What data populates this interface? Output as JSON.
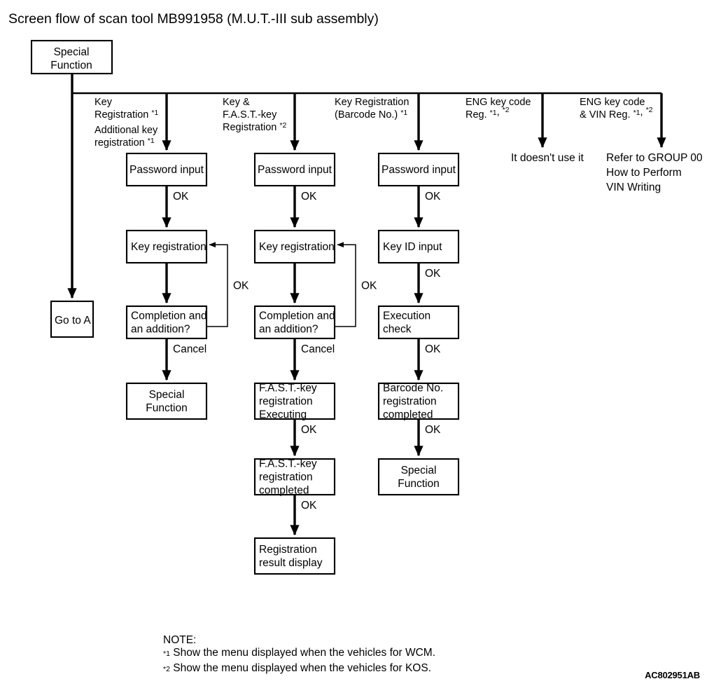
{
  "title": "Screen flow of scan tool MB991958 (M.U.T.-III sub assembly)",
  "figure_id": "AC802951AB",
  "root_node": {
    "lines": [
      "Special",
      "Function"
    ]
  },
  "go_to_node": {
    "lines": [
      "Go to A"
    ]
  },
  "branches": [
    {
      "id": "branch-key-registration",
      "label_lines": [
        "Key",
        "Registration *1"
      ],
      "label_lines2": [
        "Additional key",
        "registration *1"
      ]
    },
    {
      "id": "branch-key-and-fast-key-registration",
      "label_lines": [
        "Key &",
        "F.A.S.T.-key",
        "Registration *2"
      ],
      "label_lines2": []
    },
    {
      "id": "branch-key-registration-barcode",
      "label_lines": [
        "Key Registration",
        "(Barcode No.) *1"
      ],
      "label_lines2": []
    },
    {
      "id": "branch-eng-key-code-reg",
      "label_lines": [
        "ENG key code",
        "Reg. *1, *2"
      ],
      "label_lines2": []
    },
    {
      "id": "branch-eng-key-code-vin-reg",
      "label_lines": [
        "ENG key code",
        "& VIN Reg. *1, *2"
      ],
      "label_lines2": []
    }
  ],
  "columns": [
    {
      "id": "column-key-registration",
      "nodes": [
        {
          "id": "node-password-input-1",
          "lines": [
            "Password input"
          ],
          "align": "center"
        },
        {
          "id": "node-key-registration-1",
          "lines": [
            "Key registration"
          ],
          "align": "left"
        },
        {
          "id": "node-completion-addition-1",
          "lines": [
            "Completion and",
            "an addition?"
          ],
          "align": "left"
        },
        {
          "id": "node-special-function-1",
          "lines": [
            "Special",
            "Function"
          ],
          "align": "center"
        }
      ],
      "edge_labels": [
        "OK",
        "",
        "Cancel"
      ],
      "loop_label": "OK"
    },
    {
      "id": "column-key-and-fast-key",
      "nodes": [
        {
          "id": "node-password-input-2",
          "lines": [
            "Password input"
          ],
          "align": "center"
        },
        {
          "id": "node-key-registration-2",
          "lines": [
            "Key registration"
          ],
          "align": "left"
        },
        {
          "id": "node-completion-addition-2",
          "lines": [
            "Completion and",
            "an addition?"
          ],
          "align": "left"
        },
        {
          "id": "node-fast-key-executing",
          "lines": [
            "F.A.S.T.-key",
            "registration",
            "Executing"
          ],
          "align": "left"
        },
        {
          "id": "node-fast-key-completed",
          "lines": [
            "F.A.S.T.-key",
            "registration",
            "completed"
          ],
          "align": "left"
        },
        {
          "id": "node-registration-result-display",
          "lines": [
            "Registration",
            "result display"
          ],
          "align": "left"
        }
      ],
      "edge_labels": [
        "OK",
        "",
        "Cancel",
        "OK",
        "OK"
      ],
      "loop_label": "OK"
    },
    {
      "id": "column-barcode-registration",
      "nodes": [
        {
          "id": "node-password-input-3",
          "lines": [
            "Password input"
          ],
          "align": "center"
        },
        {
          "id": "node-key-id-input",
          "lines": [
            "Key ID input"
          ],
          "align": "left"
        },
        {
          "id": "node-execution-check",
          "lines": [
            "Execution",
            "check"
          ],
          "align": "left"
        },
        {
          "id": "node-barcode-registration-completed",
          "lines": [
            "Barcode No.",
            "registration",
            "completed"
          ],
          "align": "left"
        },
        {
          "id": "node-special-function-3",
          "lines": [
            "Special",
            "Function"
          ],
          "align": "center"
        }
      ],
      "edge_labels": [
        "OK",
        "OK",
        "OK",
        "OK"
      ],
      "loop_label": ""
    }
  ],
  "terminal_texts": [
    {
      "id": "text-doesnt-use-it",
      "lines": [
        "It doesn't use it"
      ]
    },
    {
      "id": "text-refer-to-group-00",
      "lines": [
        "Refer to GROUP 00",
        "How to Perform",
        "VIN Writing"
      ]
    }
  ],
  "notes": {
    "heading": "NOTE:",
    "items": [
      "*1 Show the menu displayed when the vehicles for WCM.",
      "*2 Show the menu displayed when the vehicles for KOS."
    ]
  },
  "colors": {
    "stroke": "#000000",
    "fill": "#ffffff",
    "text": "#000000"
  }
}
